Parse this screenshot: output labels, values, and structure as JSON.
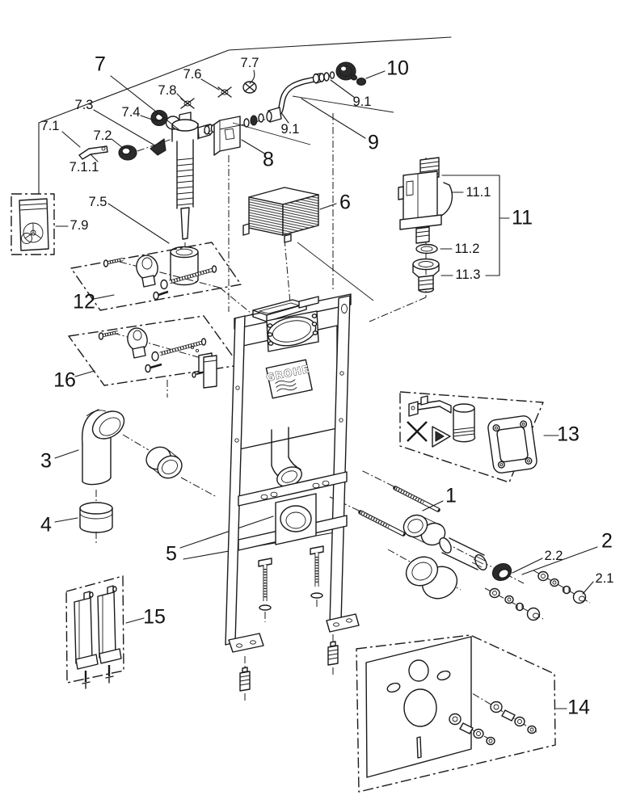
{
  "diagram": {
    "kind": "exploded-parts-diagram"
  },
  "logo": {
    "text": "GROHE"
  },
  "labels": {
    "p1": "1",
    "p2": "2",
    "p2_1": "2.1",
    "p2_2": "2.2",
    "p3": "3",
    "p4": "4",
    "p5": "5",
    "p6": "6",
    "p7": "7",
    "p7_1": "7.1",
    "p7_1_1": "7.1.1",
    "p7_2": "7.2",
    "p7_3": "7.3",
    "p7_4": "7.4",
    "p7_5": "7.5",
    "p7_6": "7.6",
    "p7_7": "7.7",
    "p7_8": "7.8",
    "p7_9": "7.9",
    "p8": "8",
    "p9": "9",
    "p9_1_left": "9.1",
    "p9_1_right": "9.1",
    "p10": "10",
    "p11": "11",
    "p11_1": "11.1",
    "p11_2": "11.2",
    "p11_3": "11.3",
    "p12": "12",
    "p13": "13",
    "p14": "14",
    "p15": "15",
    "p16": "16"
  }
}
